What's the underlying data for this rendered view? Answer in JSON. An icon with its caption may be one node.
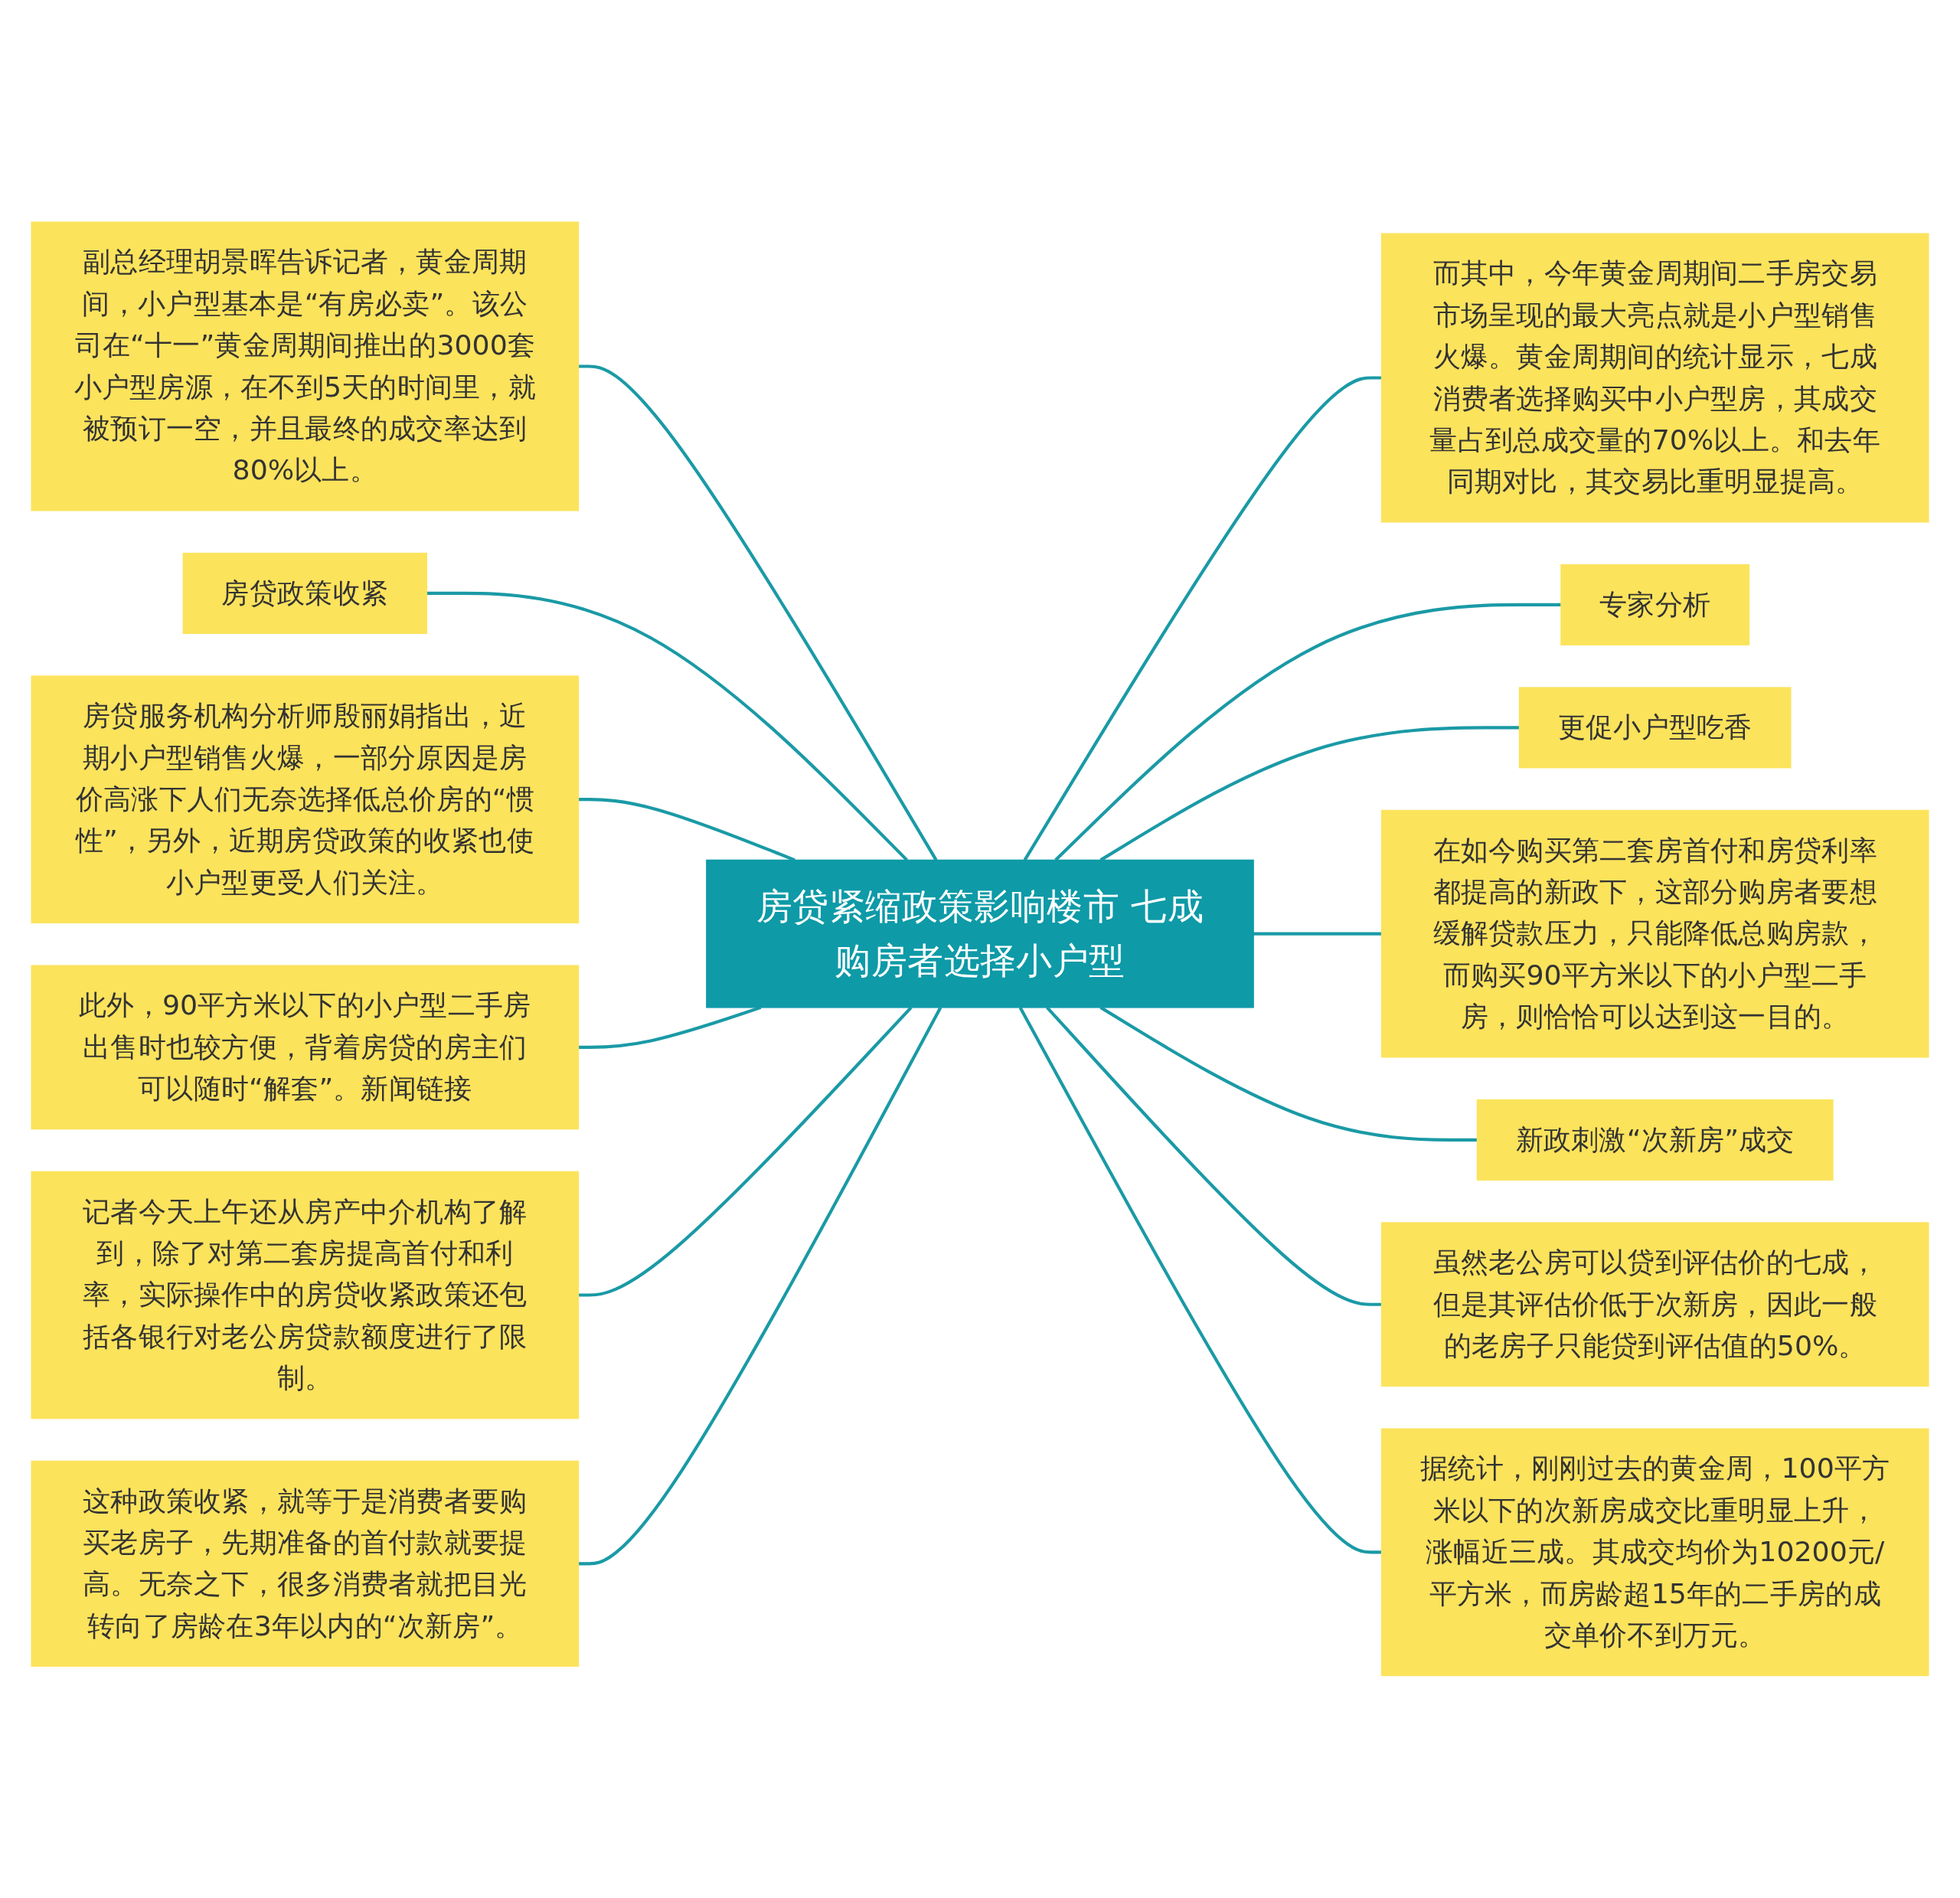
{
  "diagram": {
    "nodes": [
      {
        "text": [
          "房贷紧缩政策影响楼市 七成购房者选择小户型"
        ]
      },
      {
        "text": [
          "副总经理胡景晖告诉记者，黄金周期间，小户型基本是“有房必卖”。该公司在“十一”黄金周期间推出的3000套小户型房源，在不到5天的时间里，就被预订一空，并且最终的成交率达到80%以上。"
        ]
      },
      {
        "text": [
          "房贷政策收紧"
        ]
      },
      {
        "text": [
          "房贷服务机构分析师殷丽娟指出，近期小户型销售火爆，一部分原因是房价高涨下人们无奈选择低总价房的“惯性”，另外，近期房贷政策的收紧也使小户型更受人们关注。"
        ]
      },
      {
        "text": [
          "此外，90平方米以下的小户型二手房出售时也较方便，背着房贷的房主们可以随时“解套”。新闻链接"
        ]
      },
      {
        "text": [
          "记者今天上午还从房产中介机构了解到，除了对第二套房提高首付和利率，实际操作中的房贷收紧政策还包括各银行对老公房贷款额度进行了限制。"
        ]
      },
      {
        "text": [
          "这种政策收紧，就等于是消费者要购买老房子，先期准备的首付款就要提高。无奈之下，很多消费者就把目光转向了房龄在3年以内的“次新房”。"
        ]
      },
      {
        "text": [
          "而其中，今年黄金周期间二手房交易市场呈现的最大亮点就是小户型销售火爆。黄金周期间的统计显示，七成消费者选择购买中小户型房，其成交量占到总成交量的70%以上。和去年同期对比，其交易比重明显提高。"
        ]
      },
      {
        "text": [
          "专家分析"
        ]
      },
      {
        "text": [
          "更促小户型吃香"
        ]
      },
      {
        "text": [
          "在如今购买第二套房首付和房贷利率都提高的新政下，这部分购房者要想缓解贷款压力，只能降低总购房款，而购买90平方米以下的小户型二手房，则恰恰可以达到这一目的。"
        ]
      },
      {
        "text": [
          "新政刺激“次新房”成交"
        ]
      },
      {
        "text": [
          "虽然老公房可以贷到评估价的七成，但是其评估价低于次新房，因此一般的老房子只能贷到评估值的50%。"
        ]
      },
      {
        "text": [
          "据统计，刚刚过去的黄金周，100平方米以下的次新房成交比重明显上升，涨幅近三成。其成交均价为10200元/平方米，而房龄超15年的二手房的成交单价不到万元。"
        ]
      }
    ],
    "edges": [
      {
        "from": 0,
        "to": 1,
        "arrow": "none"
      },
      {
        "from": 0,
        "to": 2,
        "arrow": "none"
      },
      {
        "from": 0,
        "to": 3,
        "arrow": "none"
      },
      {
        "from": 0,
        "to": 4,
        "arrow": "none"
      },
      {
        "from": 0,
        "to": 5,
        "arrow": "none"
      },
      {
        "from": 0,
        "to": 6,
        "arrow": "none"
      },
      {
        "from": 0,
        "to": 7,
        "arrow": "none"
      },
      {
        "from": 0,
        "to": 8,
        "arrow": "none"
      },
      {
        "from": 0,
        "to": 9,
        "arrow": "none"
      },
      {
        "from": 0,
        "to": 10,
        "arrow": "none"
      },
      {
        "from": 0,
        "to": 11,
        "arrow": "none"
      },
      {
        "from": 0,
        "to": 12,
        "arrow": "none"
      },
      {
        "from": 0,
        "to": 13,
        "arrow": "none"
      }
    ]
  }
}
